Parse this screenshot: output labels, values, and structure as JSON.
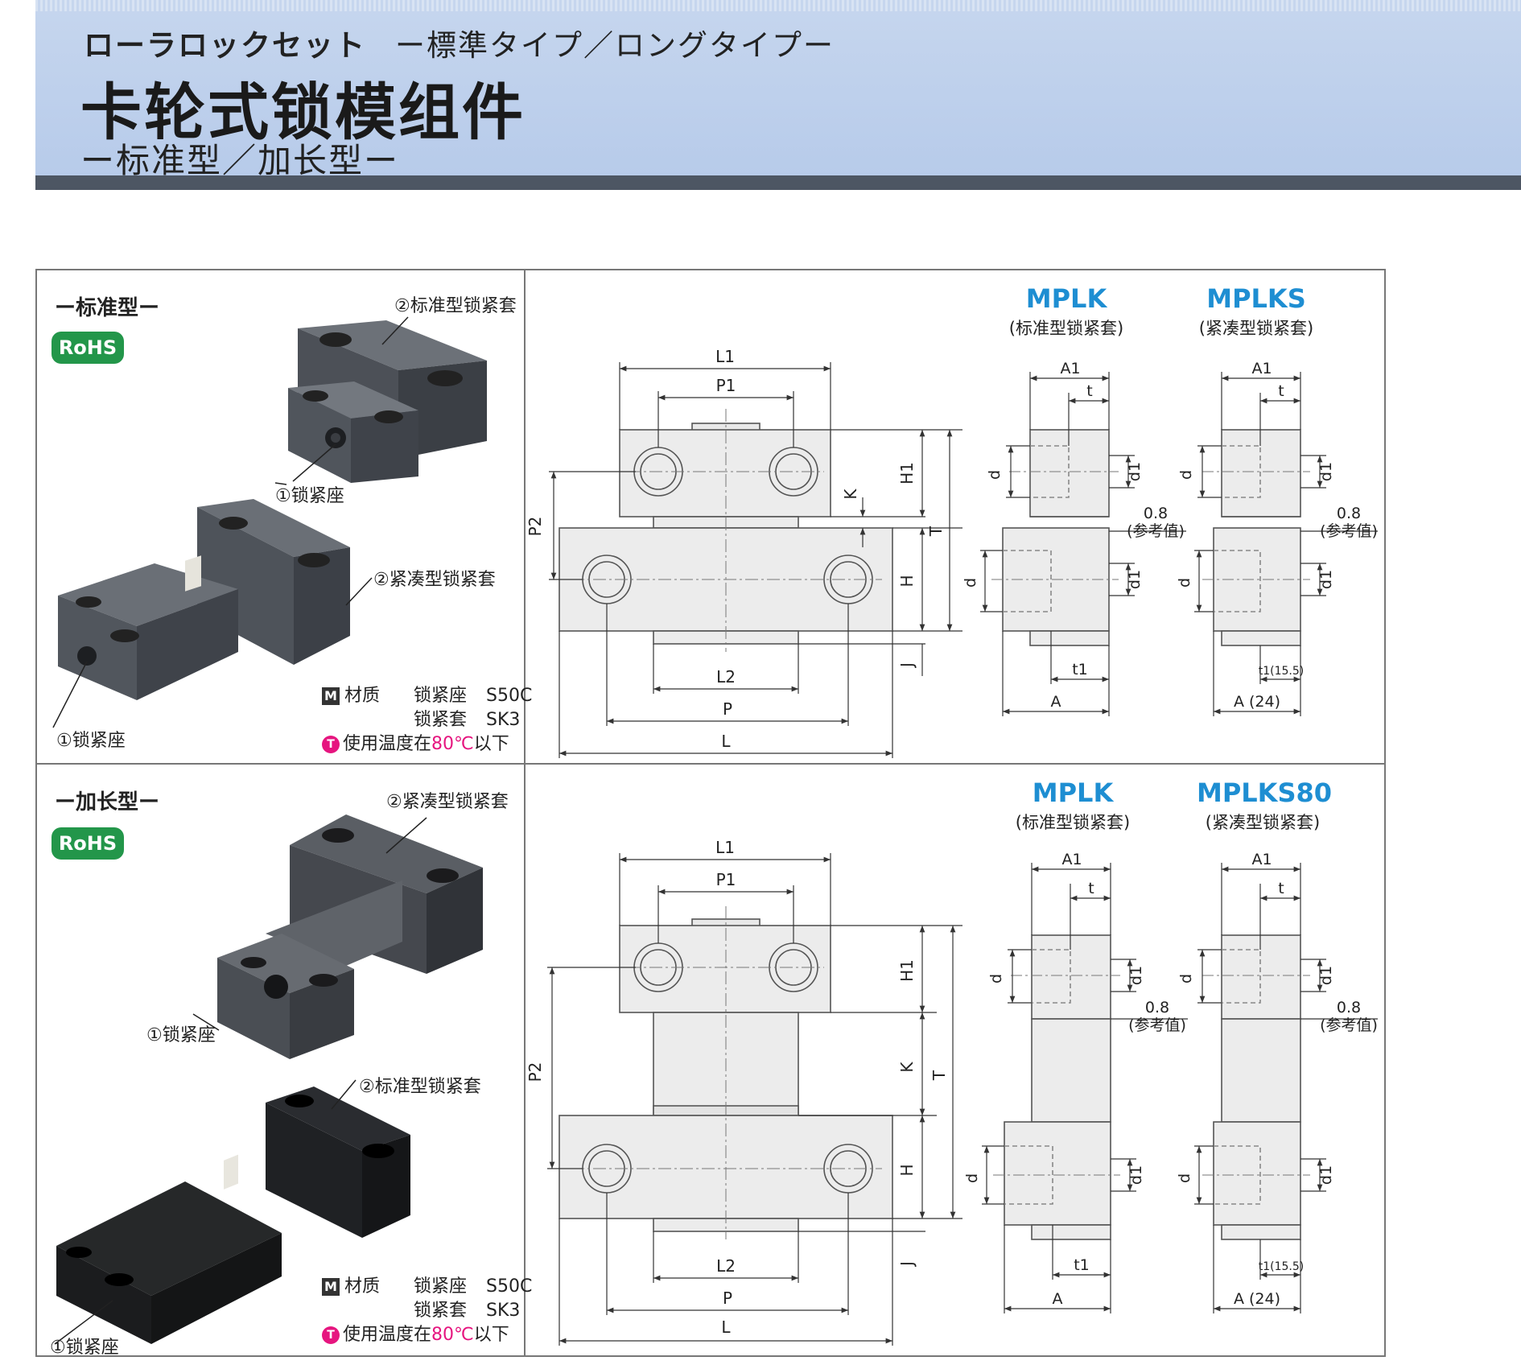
{
  "header": {
    "jp_title": "ローラロックセット",
    "jp_subtitle": "ー標準タイプ／ロングタイプー",
    "cn_title": "卡轮式锁模组件",
    "cn_subtitle": "ー标准型／加长型ー"
  },
  "sections": [
    {
      "title": "ー标准型ー",
      "badge": "RoHS",
      "callouts": [
        "②标准型锁紧套",
        "①锁紧座",
        "②紧凑型锁紧套",
        "①锁紧座"
      ],
      "spec": {
        "material_label": "材质",
        "rows": [
          {
            "part": "锁紧座",
            "material": "S50C"
          },
          {
            "part": "锁紧套",
            "material": "SK3"
          }
        ],
        "temp_prefix": "使用温度在",
        "temp_value": "80℃",
        "temp_suffix": "以下"
      },
      "models": [
        {
          "name": "MPLK",
          "desc": "(标准型锁紧套)"
        },
        {
          "name": "MPLKS",
          "desc": "(紧凑型锁紧套)"
        }
      ]
    },
    {
      "title": "ー加长型ー",
      "badge": "RoHS",
      "callouts": [
        "②紧凑型锁紧套",
        "①锁紧座",
        "②标准型锁紧套",
        "①锁紧座"
      ],
      "spec": {
        "material_label": "材质",
        "rows": [
          {
            "part": "锁紧座",
            "material": "S50C"
          },
          {
            "part": "锁紧套",
            "material": "SK3"
          }
        ],
        "temp_prefix": "使用温度在",
        "temp_value": "80℃",
        "temp_suffix": "以下"
      },
      "models": [
        {
          "name": "MPLK",
          "desc": "(标准型锁紧套)"
        },
        {
          "name": "MPLKS80",
          "desc": "(紧凑型锁紧套)"
        }
      ]
    }
  ],
  "dims": {
    "L1": "L1",
    "P1": "P1",
    "L2": "L2",
    "P": "P",
    "L": "L",
    "H1": "H1",
    "H": "H",
    "K": "K",
    "T": "T",
    "J": "J",
    "P2": "P2",
    "A1": "A1",
    "A": "A",
    "A24": "A (24)",
    "t": "t",
    "t1": "t1",
    "t1_155": "t1(15.5)",
    "d": "d",
    "d1": "d1",
    "ref_value": "0.8",
    "ref_label": "(参考值)"
  },
  "colors": {
    "model_blue": "#1e8ed2",
    "rohs_green": "#23964a",
    "temp_pink": "#e6157f",
    "banner_blue": "#b7cbea",
    "banner_strip": "#4d5663",
    "part_fill": "#ececec"
  }
}
